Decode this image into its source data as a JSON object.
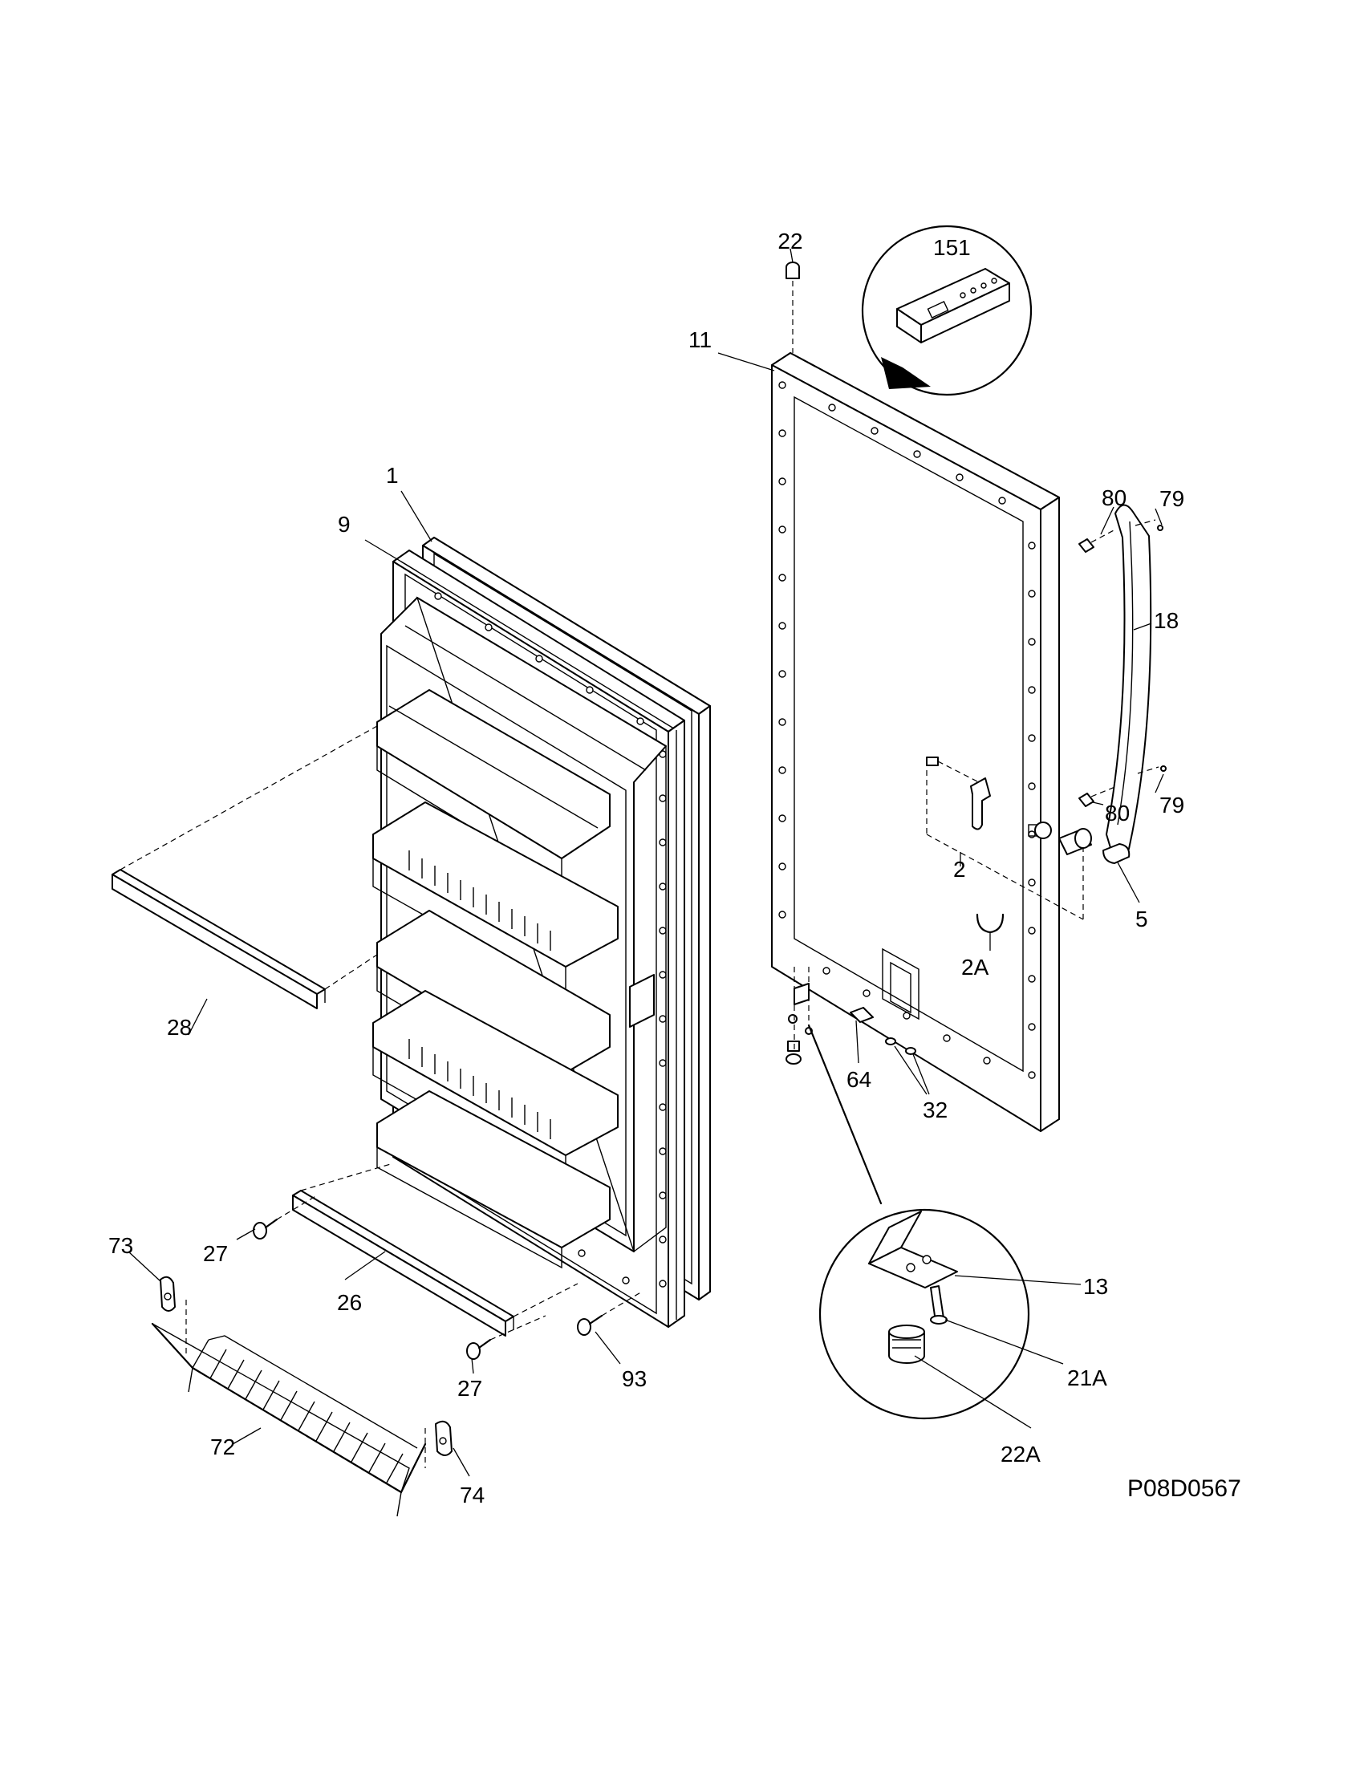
{
  "diagram_code": "P08D0567",
  "callouts": {
    "c1": "1",
    "c9": "9",
    "c22": "22",
    "c151": "151",
    "c11": "11",
    "c80a": "80",
    "c79a": "79",
    "c18": "18",
    "c80b": "80",
    "c79b": "79",
    "c2": "2",
    "c5": "5",
    "c2A": "2A",
    "c28": "28",
    "c64": "64",
    "c32": "32",
    "c27a": "27",
    "c73": "73",
    "c26": "26",
    "c13": "13",
    "c21A": "21A",
    "c27b": "27",
    "c93": "93",
    "c72": "72",
    "c22A": "22A",
    "c74": "74"
  }
}
